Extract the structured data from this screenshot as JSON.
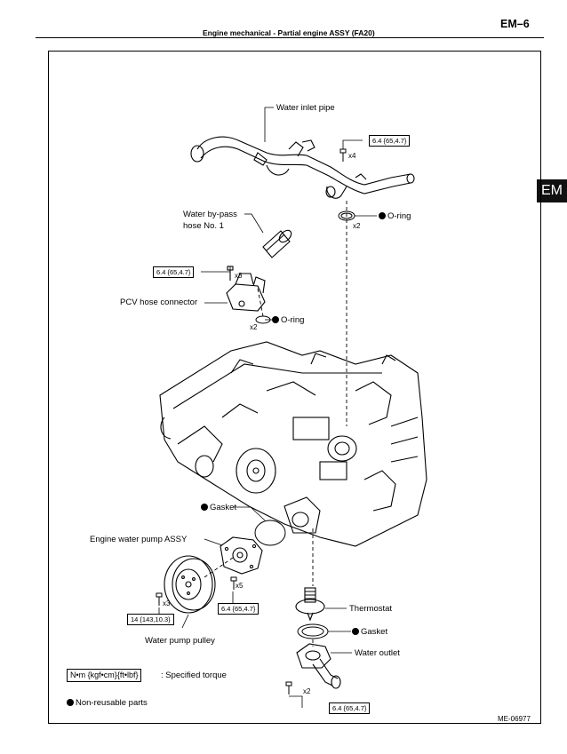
{
  "header": {
    "title": "Engine mechanical  -  Partial engine ASSY (FA20)",
    "page_code": "EM–6",
    "section_tab": "EM"
  },
  "labels": {
    "water_inlet_pipe": "Water inlet pipe",
    "water_bypass_hose": "Water by-pass",
    "water_bypass_hose_2": "hose No. 1",
    "pcv_hose_connector": "PCV hose connector",
    "o_ring": "O-ring",
    "gasket": "Gasket",
    "engine_water_pump_assy": "Engine water pump ASSY",
    "thermostat": "Thermostat",
    "water_outlet": "Water outlet",
    "water_pump_pulley": "Water pump pulley"
  },
  "quantities": {
    "x4": "x4",
    "x2_upper": "x2",
    "x3_pcv": "x3",
    "x2_pcv": "x2",
    "x5": "x5",
    "x3_pulley": "x3",
    "x2_outlet": "x2"
  },
  "torques": {
    "inlet_pipe": "6.4 {65,4.7}",
    "pcv": "6.4 {65,4.7}",
    "pump": "6.4 {65,4.7}",
    "pulley": "14 {143,10.3}",
    "outlet": "6.4 {65,4.7}"
  },
  "legend": {
    "torque_units": "N•m {kgf•cm}{ft•lbf}",
    "torque_text": ": Specified torque",
    "nonreusable_text": "Non-reusable parts"
  },
  "figure_id": "ME-06977"
}
